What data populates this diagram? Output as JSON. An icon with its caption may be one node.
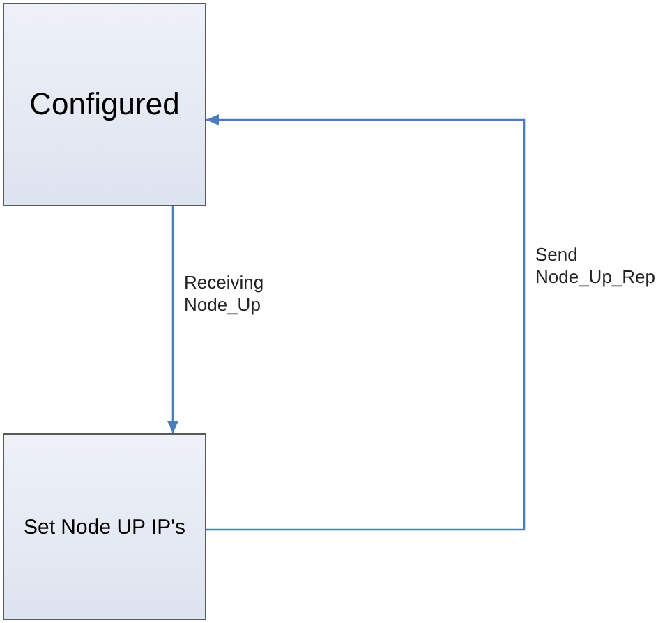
{
  "diagram": {
    "nodes": [
      {
        "text": [
          "Configured"
        ]
      },
      {
        "text": [
          "Set Node UP IP's"
        ]
      }
    ],
    "edges": [
      {
        "from": 0,
        "to": 1,
        "arrow": "to",
        "label": "Receiving Node_Up"
      },
      {
        "from": 1,
        "to": 0,
        "arrow": "to",
        "label": "Send Node_Up_Rep"
      }
    ]
  }
}
